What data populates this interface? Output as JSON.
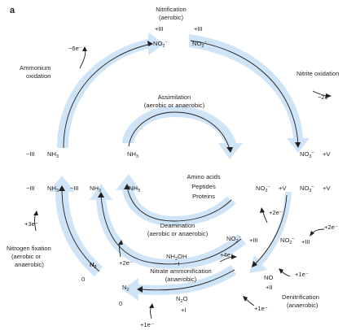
{
  "panel": {
    "label": "a"
  },
  "processes": {
    "nitrification": {
      "name": "Nitrification",
      "condition": "(aerobic)"
    },
    "nitrite_oxidation": {
      "name": "Nitrite oxidation"
    },
    "ammonium_oxidation": {
      "name": "Ammonium",
      "name2": "oxidation"
    },
    "assimilation": {
      "name": "Assimilation",
      "condition": "(aerobic or anaerobic)"
    },
    "deamination": {
      "name": "Deamination",
      "condition": "(aerobic or anaerobic)"
    },
    "nitrate_ammonification": {
      "name": "Nitrate ammonification",
      "condition": "(anaerobic)"
    },
    "nitrogen_fixation": {
      "name": "Nitrogen fixation",
      "condition1": "(aerobic or",
      "condition2": "anaerobic)"
    },
    "denitrification": {
      "name": "Denitrification",
      "condition": "(anaerobic)"
    }
  },
  "organics": [
    "Amino acids",
    "Peptides",
    "Proteins"
  ],
  "species": {
    "no2_top_left": {
      "formula": "NO",
      "sub": "2",
      "sup": "−",
      "ox": "+III"
    },
    "no2_top_right": {
      "formula": "NO",
      "sub": "2",
      "sup": "−",
      "ox": "+III"
    },
    "no3_right": {
      "formula": "NO",
      "sub": "3",
      "sup": "−",
      "ox": "+V"
    },
    "no3_right_lower": {
      "formula": "NO",
      "sub": "3",
      "sup": "−",
      "ox": "+V"
    },
    "no3_inner": {
      "formula": "NO",
      "sub": "3",
      "sup": "−",
      "ox": "+V"
    },
    "nh3_assim": {
      "formula": "NH",
      "sub": "3"
    },
    "nh3_outer_upper": {
      "formula": "NH",
      "sub": "3",
      "ox": "−III"
    },
    "nh3_outer_lower": {
      "formula": "NH",
      "sub": "3",
      "ox": "−III"
    },
    "nh3_middle": {
      "formula": "NH",
      "sub": "3",
      "ox": "−III"
    },
    "nh3_inner_lower": {
      "formula": "NH",
      "sub": "3"
    },
    "no2_inner": {
      "formula": "NO",
      "sub": "2",
      "sup": "−",
      "ox": "+III"
    },
    "no2_right_lower": {
      "formula": "NO",
      "sub": "2",
      "sup": "−",
      "ox": "+III"
    },
    "nh2oh": {
      "formula": "NH",
      "sub": "2",
      "rest": "OH",
      "ox": "−I"
    },
    "no": {
      "formula": "NO",
      "ox": "+II"
    },
    "n2o": {
      "formula": "N",
      "sub": "2",
      "rest": "O",
      "ox": "+I"
    },
    "n2_bottom": {
      "formula": "N",
      "sub": "2",
      "ox": "0"
    },
    "n2_fixation": {
      "formula": "N",
      "sub": "2",
      "ox": "0"
    }
  },
  "electrons": {
    "e_amm_ox": "−6e⁻",
    "e_nitrite_ox": "−2e⁻",
    "e_fix": "+3e⁻",
    "e_amm_1": "+2e⁻",
    "e_amm_2": "+4e⁻",
    "e_amm_3": "+2e⁻",
    "e_den_1": "+2e⁻",
    "e_den_2": "+1e⁻",
    "e_den_3": "+1e⁻",
    "e_den_4": "+1e⁻"
  },
  "colors": {
    "band": "#cfe4f7",
    "ink": "#231f20"
  }
}
